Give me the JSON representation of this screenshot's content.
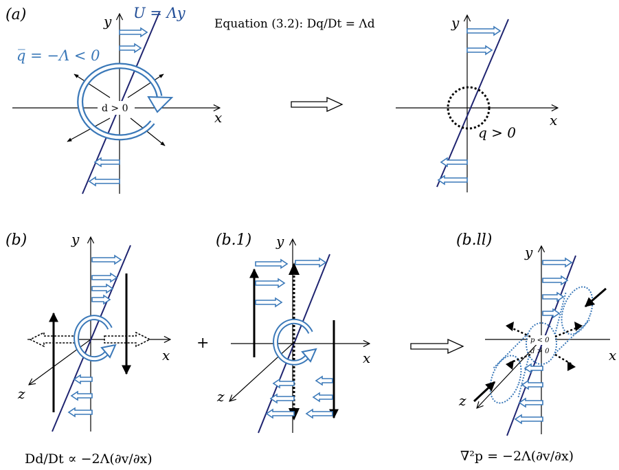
{
  "colors": {
    "flow_arrow": "#3a78b8",
    "shear_line": "#1f2470",
    "eq_text": "#1f4c96",
    "dark": "#000000"
  },
  "panel_a": {
    "tag": "(a)",
    "flow_label": "U = Λy",
    "pv_label": "q̅ = −Λ < 0",
    "div_label": "d > 0",
    "x_axis": "x",
    "y_axis": "y",
    "equation": "Equation (3.2): Dq/Dt = Λd",
    "result_x_axis": "x",
    "result_y_axis": "y",
    "result_label": "q > 0"
  },
  "panel_b": {
    "tag": "(b)",
    "x_axis": "x",
    "y_axis": "y",
    "z_axis": "z",
    "caption": "Dd/Dt ∝ −2Λ(∂v/∂x)"
  },
  "panel_b1": {
    "tag": "(b.1)",
    "plus": "+",
    "x_axis": "x",
    "y_axis": "y",
    "z_axis": "z"
  },
  "panel_b2": {
    "tag": "(b.ll)",
    "x_axis": "x",
    "y_axis": "y",
    "z_axis": "z",
    "p_label": "p < 0",
    "d_label": "d > 0",
    "caption": "∇²p = −2Λ(∂v/∂x)"
  }
}
